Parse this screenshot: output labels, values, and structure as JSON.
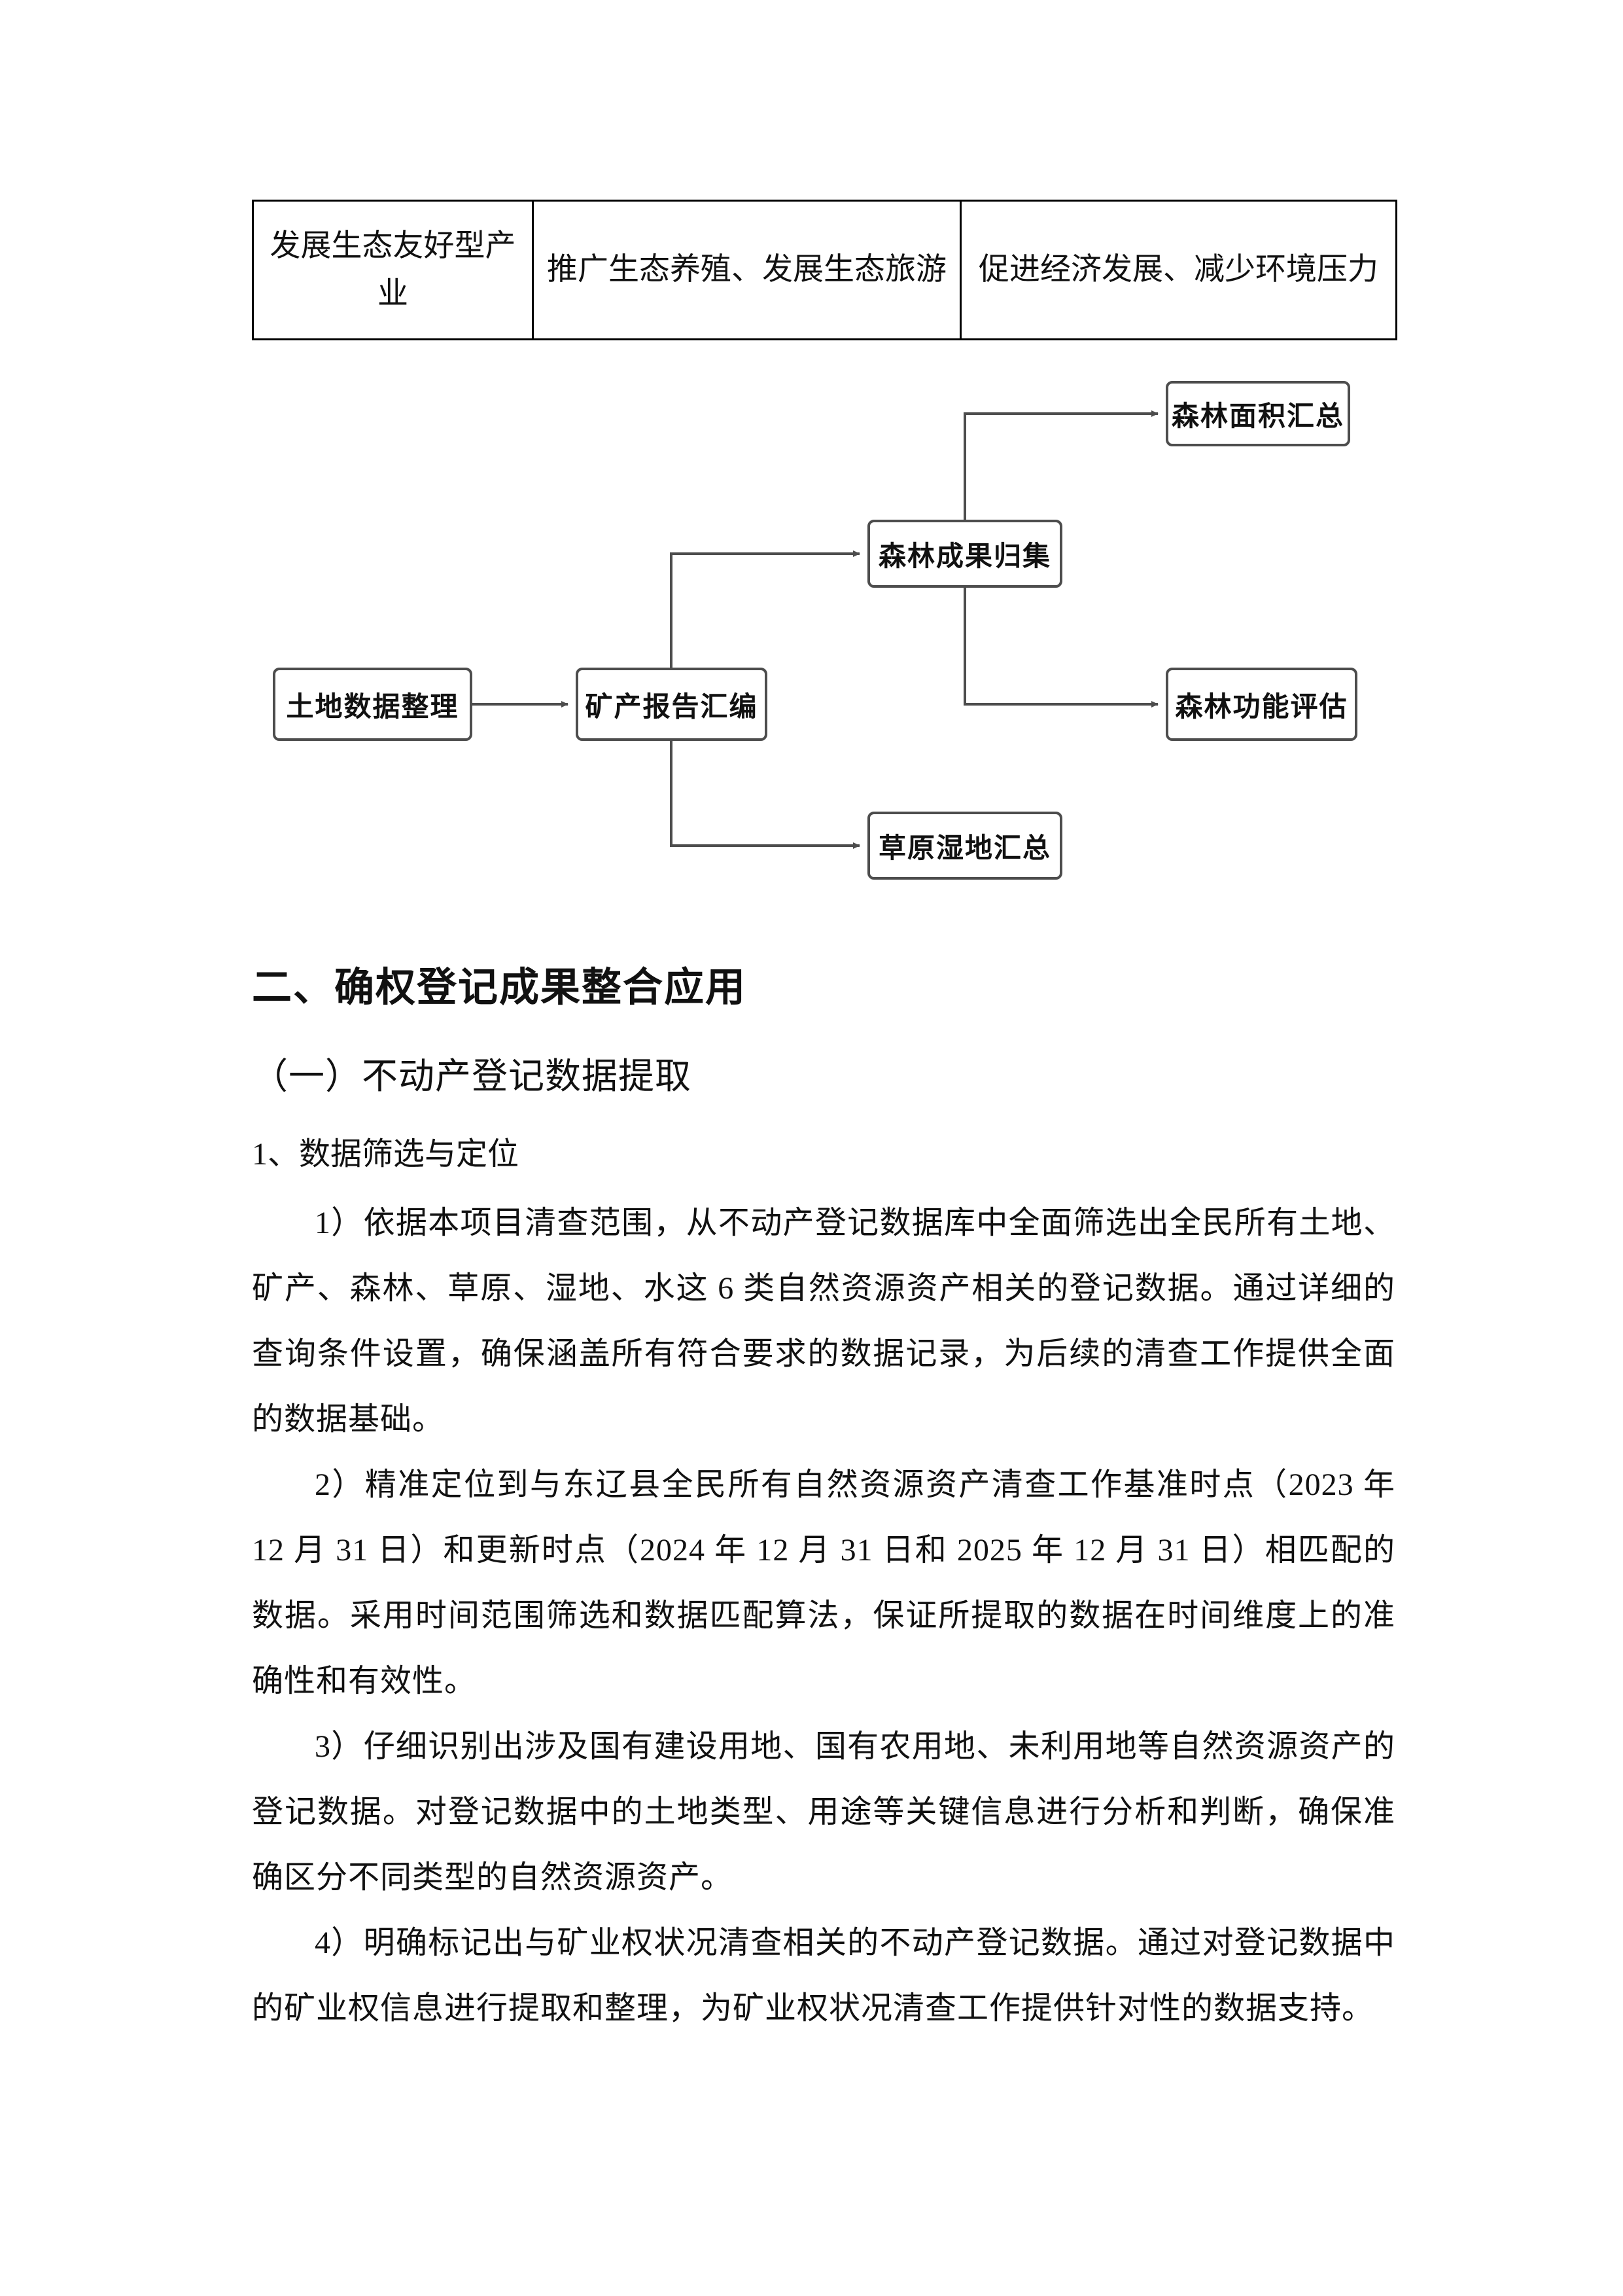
{
  "colors": {
    "text": "#111111",
    "table_border": "#000000",
    "flowchart_border": "#4d4d4d",
    "connector": "#4d4d4d"
  },
  "table": {
    "rows": [
      {
        "cells": [
          "发展生态友好型产业",
          "推广生态养殖、发展生态旅游",
          "促进经济发展、减少环境压力"
        ]
      }
    ]
  },
  "flowchart": {
    "nodes": [
      {
        "id": "land",
        "label": "土地数据整理"
      },
      {
        "id": "mineral",
        "label": "矿产报告汇编"
      },
      {
        "id": "forest_collect",
        "label": "森林成果归集"
      },
      {
        "id": "forest_area",
        "label": "森林面积汇总"
      },
      {
        "id": "forest_eval",
        "label": "森林功能评估"
      },
      {
        "id": "grassland",
        "label": "草原湿地汇总"
      }
    ],
    "edges": [
      {
        "from": "land",
        "to": "mineral"
      },
      {
        "from": "mineral",
        "to": "forest_collect"
      },
      {
        "from": "forest_collect",
        "to": "forest_area"
      },
      {
        "from": "forest_collect",
        "to": "forest_eval"
      },
      {
        "from": "mineral",
        "to": "grassland"
      }
    ]
  },
  "headings": {
    "h1": "二、确权登记成果整合应用",
    "h2": "（一）不动产登记数据提取",
    "h3": "1、数据筛选与定位"
  },
  "paragraphs": [
    "1）依据本项目清查范围，从不动产登记数据库中全面筛选出全民所有土地、矿产、森林、草原、湿地、水这 6 类自然资源资产相关的登记数据。通过详细的查询条件设置，确保涵盖所有符合要求的数据记录，为后续的清查工作提供全面的数据基础。",
    "2）精准定位到与东辽县全民所有自然资源资产清查工作基准时点（2023 年 12 月 31 日）和更新时点（2024 年 12 月 31 日和 2025 年 12 月 31 日）相匹配的数据。采用时间范围筛选和数据匹配算法，保证所提取的数据在时间维度上的准确性和有效性。",
    "3）仔细识别出涉及国有建设用地、国有农用地、未利用地等自然资源资产的登记数据。对登记数据中的土地类型、用途等关键信息进行分析和判断，确保准确区分不同类型的自然资源资产。",
    "4）明确标记出与矿业权状况清查相关的不动产登记数据。通过对登记数据中的矿业权信息进行提取和整理，为矿业权状况清查工作提供针对性的数据支持。"
  ]
}
